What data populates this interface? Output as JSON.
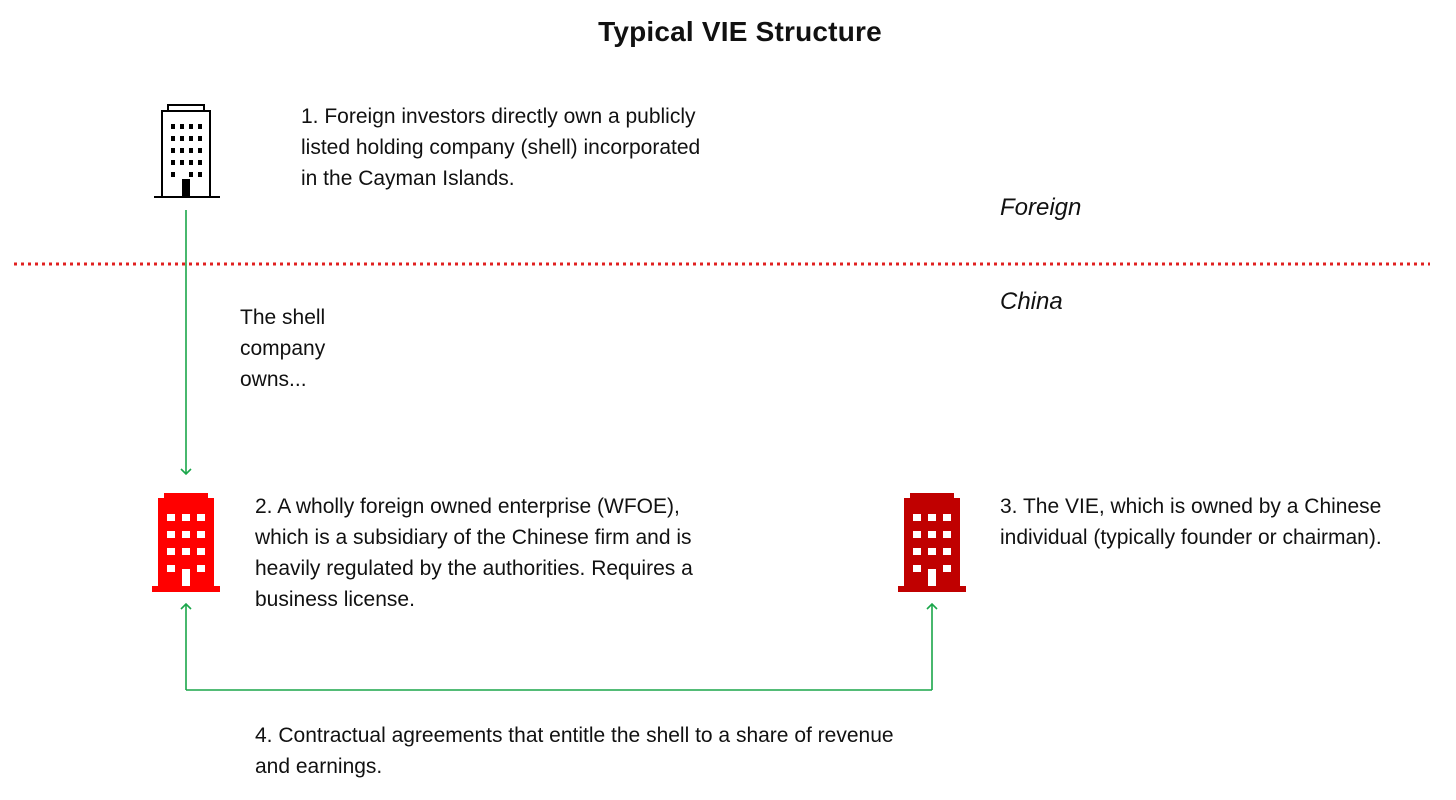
{
  "title": "Typical VIE Structure",
  "regions": {
    "foreign": "Foreign",
    "china": "China"
  },
  "steps": {
    "step1": "1. Foreign investors directly own a publicly listed holding company (shell) incorporated in the Cayman Islands.",
    "arrow_label": "The shell company owns...",
    "step2": "2. A wholly foreign owned enterprise (WFOE), which is a subsidiary of the Chinese firm and is heavily regulated by the authorities. Requires a business license.",
    "step3": "3. The VIE, which is owned by a Chinese individual (typically founder or chairman).",
    "step4": "4. Contractual agreements that entitle the shell to a share of revenue and earnings."
  },
  "icons": {
    "shell": "office-building-outline-icon",
    "wfoe": "office-building-red-icon",
    "vie": "office-building-dark-red-icon"
  },
  "colors": {
    "divider": "#e02020",
    "arrows": "#1aa64a",
    "wfoe_building": "#ff0000",
    "vie_building": "#c00000",
    "shell_building": "#000000"
  }
}
